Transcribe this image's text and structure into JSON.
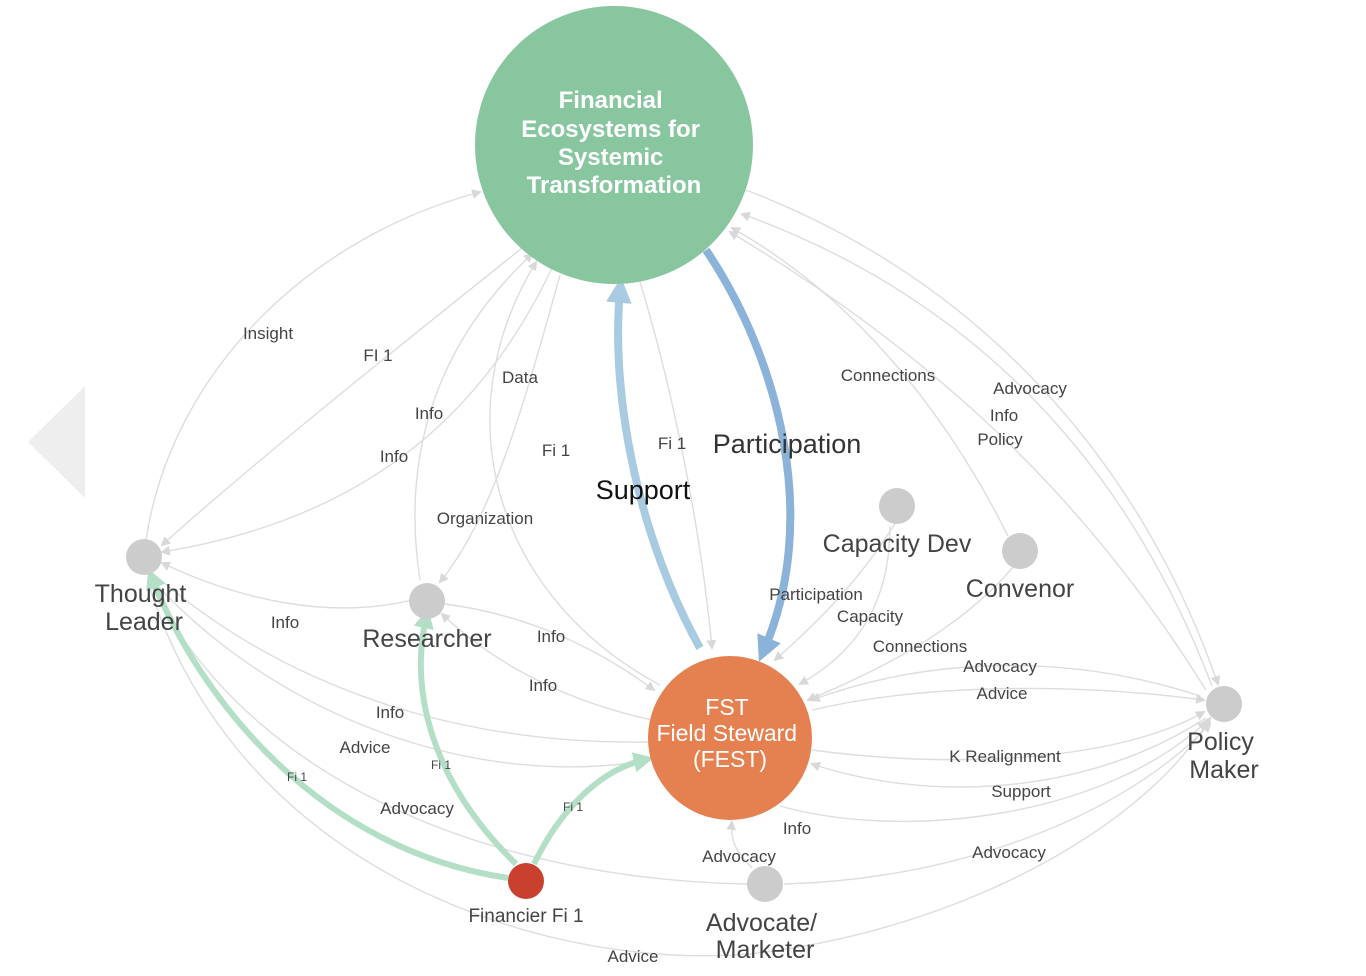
{
  "nodes": {
    "ecosystem": {
      "label_lines": [
        "Financial",
        "Ecosystems for",
        "Systemic",
        "Transformation"
      ],
      "color": "#88c6a0"
    },
    "fest": {
      "label_lines": [
        "FST",
        "Field Steward",
        "(FEST)"
      ],
      "color": "#e58150"
    },
    "thought_leader": {
      "label_lines": [
        "Thought",
        "Leader"
      ],
      "color": "#cccccc"
    },
    "researcher": {
      "label": "Researcher",
      "color": "#cccccc"
    },
    "capacity_dev": {
      "label": "Capacity Dev",
      "color": "#cccccc"
    },
    "convenor": {
      "label": "Convenor",
      "color": "#cccccc"
    },
    "policy_maker": {
      "label_lines": [
        "Policy",
        "Maker"
      ],
      "color": "#cccccc"
    },
    "financier": {
      "label": "Financier Fi 1",
      "color": "#c9402f"
    },
    "advocate": {
      "label_lines": [
        "Advocate/",
        "Marketer"
      ],
      "color": "#cccccc"
    }
  },
  "edges": {
    "insight": "Insight",
    "fi1_tl_eco": "FI 1",
    "data": "Data",
    "info_res_eco": "Info",
    "info_eco_tl": "Info",
    "fi1_eco_res": "Fi 1",
    "fi1_fest_eco": "Fi 1",
    "participation_big": "Participation",
    "support_big": "Support",
    "organization": "Organization",
    "connections_conv": "Connections",
    "advocacy_pm": "Advocacy",
    "info_pm": "Info",
    "policy_pm": "Policy",
    "info_tl_res": "Info",
    "info_res_fest": "Info",
    "info_fest_res": "Info",
    "info_tl_fest": "Info",
    "advice_tl": "Advice",
    "fi1_fin_res": "Fi 1",
    "fi1_fin_tl": "Fi 1",
    "advocacy_tl": "Advocacy",
    "fi1_fin_fest": "Fi 1",
    "participation_cap": "Participation",
    "capacity": "Capacity",
    "connections_fest": "Connections",
    "advocacy_fest": "Advocacy",
    "advice_fest": "Advice",
    "k_realignment": "K Realignment",
    "support_pm": "Support",
    "info_adv": "Info",
    "advocacy_adv": "Advocacy",
    "advocacy_pm_low": "Advocacy",
    "advice_bottom": "Advice"
  },
  "colors": {
    "edge_gray": "#dddddd",
    "edge_blue_support": "#a9cbe2",
    "edge_blue_participation": "#8bb3da",
    "edge_green": "#b4dfc7",
    "nav_arrow": "#eeeeee"
  },
  "icons": {
    "nav_left": "triangle-left-icon"
  }
}
